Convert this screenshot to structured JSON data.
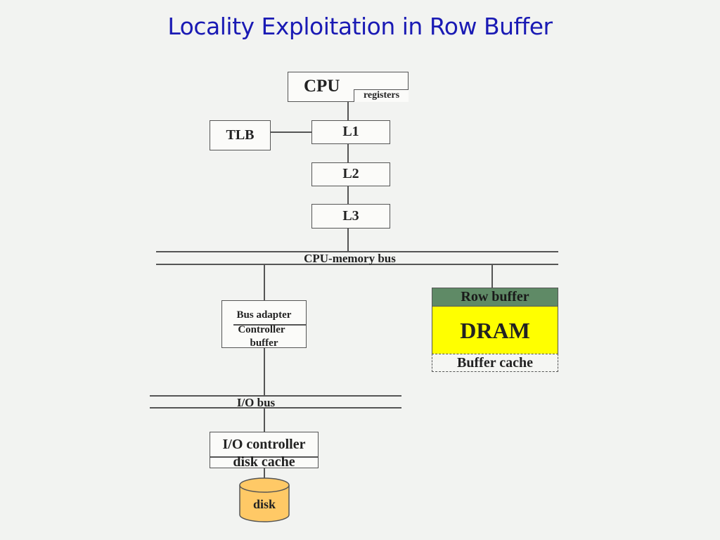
{
  "title": "Locality Exploitation in Row Buffer",
  "nodes": {
    "cpu": "CPU",
    "registers": "registers",
    "tlb": "TLB",
    "l1": "L1",
    "l2": "L2",
    "l3": "L3",
    "cpu_memory_bus": "CPU-memory bus",
    "bus_adapter": "Bus adapter",
    "controller_buffer_1": "Controller",
    "controller_buffer_2": "buffer",
    "row_buffer": "Row buffer",
    "dram": "DRAM",
    "buffer_cache": "Buffer cache",
    "io_bus": "I/O bus",
    "io_controller": "I/O controller",
    "disk_cache": "disk cache",
    "disk": "disk"
  },
  "colors": {
    "title": "#1a1ab4",
    "row_buffer": "#5f8a66",
    "dram": "#ffff00",
    "disk": "#ffc966"
  }
}
